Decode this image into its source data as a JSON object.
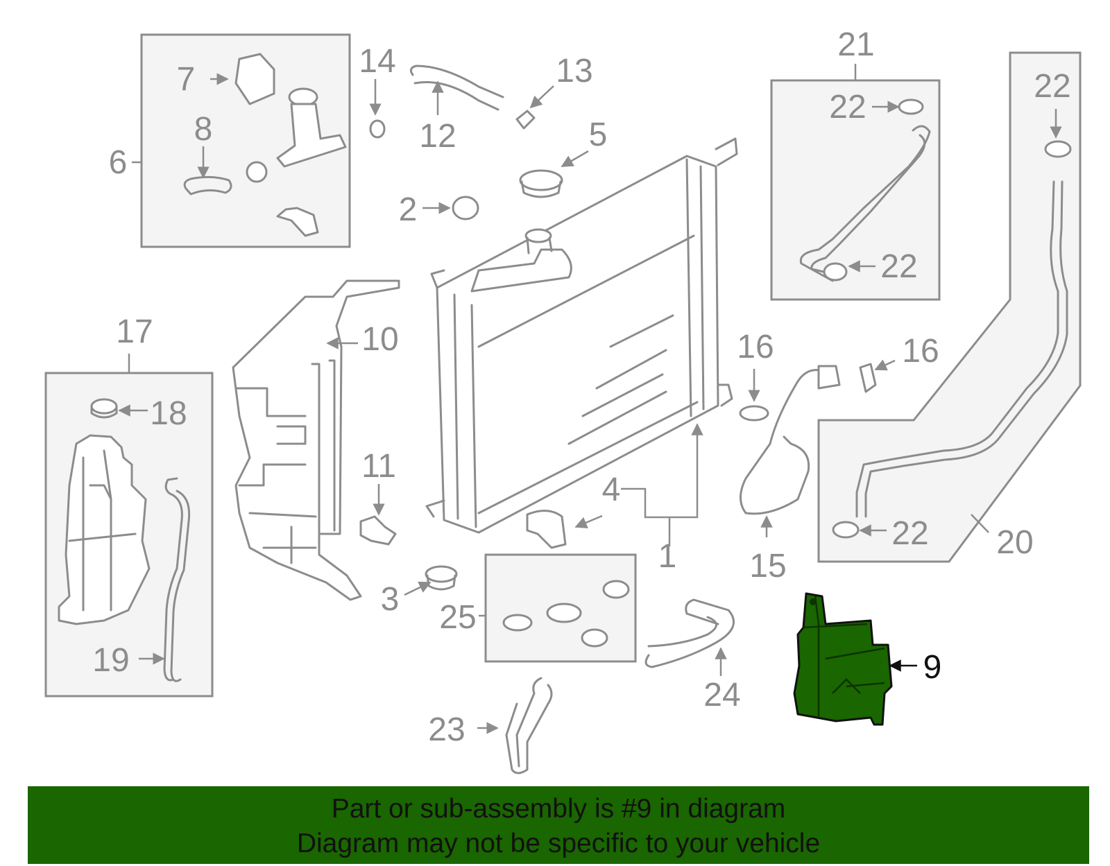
{
  "highlight_color": "#1a6600",
  "line_color": "#8c8c8c",
  "labels": {
    "l1": "1",
    "l2": "2",
    "l3": "3",
    "l4": "4",
    "l5": "5",
    "l6": "6",
    "l7": "7",
    "l8": "8",
    "l9": "9",
    "l10": "10",
    "l11": "11",
    "l12": "12",
    "l13": "13",
    "l14": "14",
    "l15": "15",
    "l16a": "16",
    "l16b": "16",
    "l17": "17",
    "l18": "18",
    "l19": "19",
    "l20": "20",
    "l21": "21",
    "l22a": "22",
    "l22b": "22",
    "l22c": "22",
    "l22d": "22",
    "l23": "23",
    "l24": "24",
    "l25": "25"
  },
  "banner": {
    "line1": "Part or sub-assembly is #9 in diagram",
    "line2": "Diagram may not be specific to your vehicle"
  }
}
